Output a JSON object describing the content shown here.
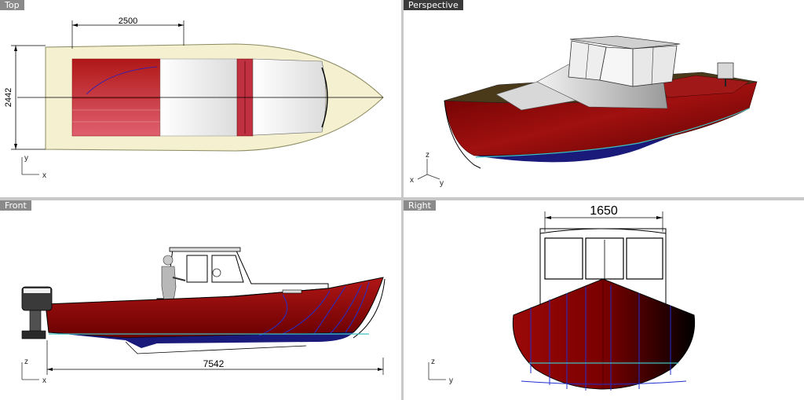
{
  "viewports": {
    "top": {
      "title": "Top",
      "dim_length": "2500",
      "dim_beam": "2442",
      "axis_a": "y",
      "axis_b": "x"
    },
    "perspective": {
      "title": "Perspective",
      "axis_a": "z",
      "axis_b": "y",
      "axis_c": "x"
    },
    "front": {
      "title": "Front",
      "dim_length": "7542",
      "axis_a": "z",
      "axis_b": "x"
    },
    "right": {
      "title": "Right",
      "dim_beam": "1650",
      "axis_a": "z",
      "axis_b": "y"
    }
  },
  "colors": {
    "hull_red": "#8b0a0a",
    "hull_dark": "#4a0000",
    "bottom_blue": "#1a1a6e",
    "deck_cream": "#f4f0d0",
    "waterline": "#40c0c0",
    "active_title": "#3a3a3a",
    "inactive_title": "#8a8a8a"
  },
  "icons": [
    "axis-triad-icon"
  ]
}
